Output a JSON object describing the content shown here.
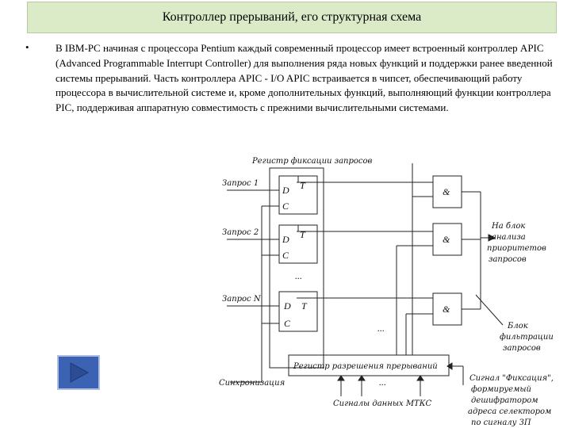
{
  "slide": {
    "title": "Контроллер прерываний, его структурная схема",
    "bullet_symbol": "•",
    "paragraph": "В IBM-PC начиная с процессора Pentium каждый современный процессор имеет встроенный контроллер APIC (Advanced Programmable Interrupt Controller) для выполнения ряда новых функций и поддержки ранее введенной системы прерываний. Часть контроллера APIC - I/O APIC встраивается в чипсет, обеспечивающий работу процессора в вычислительной системе и, кроме дополнительных функций, выполняющий функции контроллера PIC, поддерживая аппаратную совместимость с прежними вычислительными системами."
  },
  "diagram": {
    "top_label": "Регистр фиксации запросов",
    "request_1": "Запрос 1",
    "request_2": "Запрос 2",
    "request_n": "Запрос N",
    "flipflop_d": "D",
    "flipflop_t": "T",
    "flipflop_c": "C",
    "gate_and": "&",
    "ellipsis": "...",
    "output_line1": "На блок",
    "output_line2": "анализа",
    "output_line3": "приоритетов",
    "output_line4": "запросов",
    "filter_line1": "Блок",
    "filter_line2": "фильтрации",
    "filter_line3": "запросов",
    "enable_register": "Регистр разрешения прерываний",
    "sync": "Синхронизация",
    "mtk_signals": "Сигналы данных МТКС",
    "fix_line1": "Сигнал \"Фиксация\",",
    "fix_line2": "формируемый",
    "fix_line3": "дешифратором",
    "fix_line4": "адреса селектором",
    "fix_line5": "по сигналу ЗП"
  },
  "controls": {
    "play_icon": "play-triangle-icon",
    "accent": "#3b62b3"
  }
}
